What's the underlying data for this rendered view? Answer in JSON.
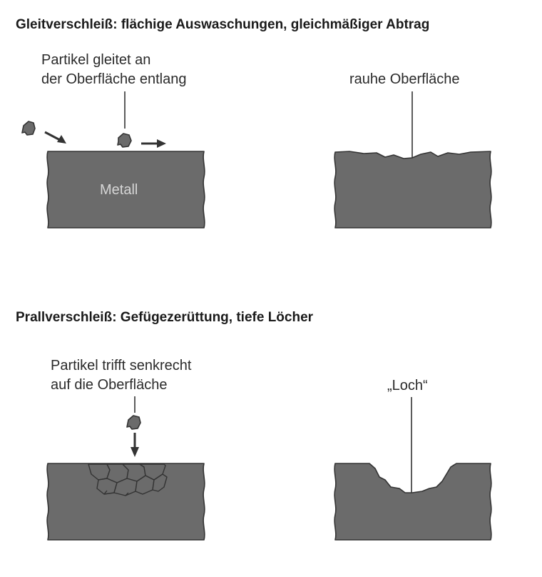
{
  "sections": [
    {
      "heading": "Gleitverschleiß: flächige Auswaschungen, gleichmäßiger Abtrag",
      "left_label_lines": [
        "Partikel gleitet an",
        "der Oberfläche entlang"
      ],
      "material_label": "Metall",
      "right_label": "rauhe Oberfläche"
    },
    {
      "heading": "Prallverschleiß: Gefügezerüttung, tiefe Löcher",
      "left_label_lines": [
        "Partikel trifft senkrecht",
        "auf die Oberfläche"
      ],
      "right_label": "„Loch“"
    }
  ],
  "colors": {
    "metal": "#6b6b6b",
    "outline": "#333333",
    "metal_label": "#d6d6d6"
  }
}
